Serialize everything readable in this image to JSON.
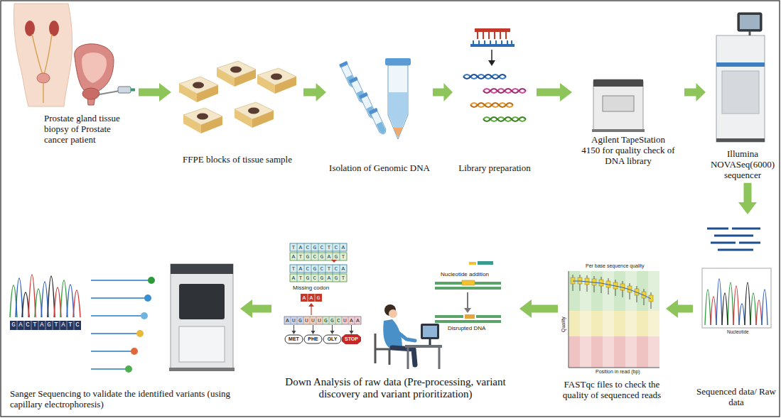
{
  "diagram": {
    "nodes": [
      {
        "text": [
          "Prostate gland tissue biopsy of Prostate cancer patient"
        ]
      },
      {
        "text": [
          "FFPE blocks of tissue sample"
        ]
      },
      {
        "text": [
          "Isolation of Genomic DNA"
        ]
      },
      {
        "text": [
          "Library preparation"
        ]
      },
      {
        "text": [
          "Agilent TapeStation 4150 for quality check of DNA library"
        ]
      },
      {
        "text": [
          "Illumina NOVASeq(6000) sequencer"
        ]
      },
      {
        "text": [
          "Sequenced data/ Raw data"
        ]
      },
      {
        "text": [
          "FASTqc files to check the quality of sequenced reads"
        ]
      },
      {
        "text": [
          "Down Analysis of raw data (Pre-processing, variant discovery and variant prioritization)"
        ]
      },
      {
        "text": [
          "Sanger Sequencing to validate the identified variants (using capillary electrophoresis)"
        ]
      }
    ],
    "edges": [
      {
        "from": 0,
        "to": 1,
        "arrow": "to"
      },
      {
        "from": 1,
        "to": 2,
        "arrow": "to"
      },
      {
        "from": 2,
        "to": 3,
        "arrow": "to"
      },
      {
        "from": 3,
        "to": 4,
        "arrow": "to"
      },
      {
        "from": 4,
        "to": 5,
        "arrow": "to"
      },
      {
        "from": 5,
        "to": 6,
        "arrow": "to"
      },
      {
        "from": 6,
        "to": 7,
        "arrow": "to"
      },
      {
        "from": 7,
        "to": 8,
        "arrow": "to"
      },
      {
        "from": 8,
        "to": 9,
        "arrow": "to"
      }
    ],
    "labels": [
      "Per base sequence quality",
      "Quality",
      "Position in read (bp)",
      "Nucleotide addition",
      "Disrupted DNA",
      "Missing codon",
      "AAG",
      "MET",
      "PHE",
      "GLY",
      "STOP",
      "TACGCTCA",
      "ATGCGAGT",
      "TACGCTCA",
      "ATGCGAGT",
      "AUGUUUGGCUAA",
      "Nucleotide",
      "GACTAGTATC"
    ]
  }
}
